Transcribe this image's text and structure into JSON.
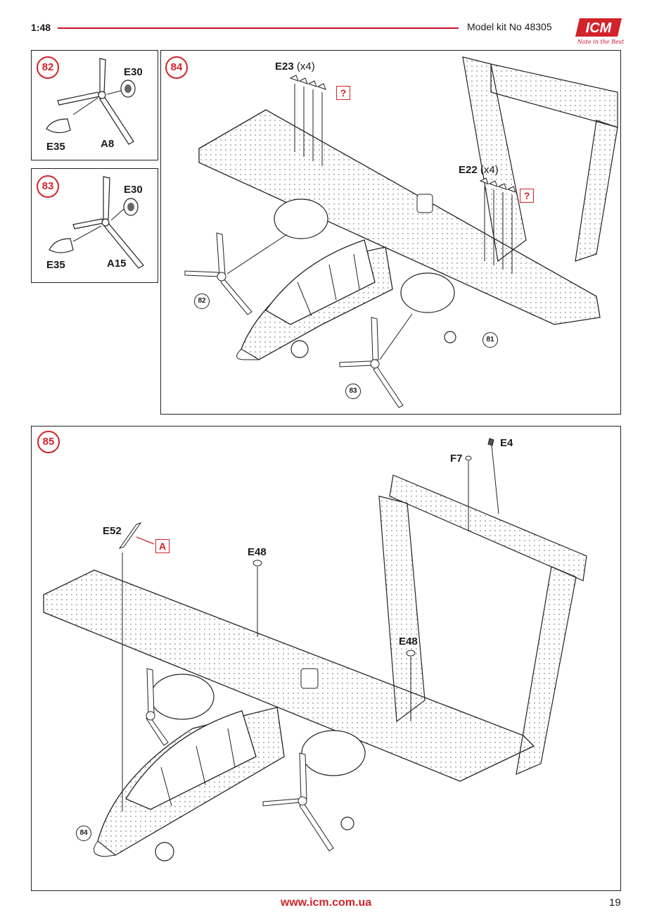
{
  "header": {
    "scale": "1:48",
    "kit_number": "Model kit No 48305",
    "logo_text": "ICM",
    "logo_tagline": "Note in the Best"
  },
  "steps": {
    "s82": {
      "number": "82",
      "parts": {
        "spinner": "E35",
        "propeller": "A8",
        "hub": "E30"
      }
    },
    "s83": {
      "number": "83",
      "parts": {
        "spinner": "E35",
        "propeller": "A15",
        "hub": "E30"
      }
    },
    "s84": {
      "number": "84",
      "e23": {
        "part": "E23",
        "qty": "(x4)"
      },
      "e22": {
        "part": "E22",
        "qty": "(x4)"
      },
      "option_mark": "?",
      "refs": [
        "82",
        "83",
        "81"
      ]
    },
    "s85": {
      "number": "85",
      "parts": {
        "e52": "E52",
        "e48a": "E48",
        "e48b": "E48",
        "f7": "F7",
        "e4": "E4"
      },
      "option_mark": "A",
      "ref": "84"
    }
  },
  "footer": {
    "url": "www.icm.com.ua",
    "page": "19"
  },
  "colors": {
    "accent_red": "#d2232a",
    "rule_red": "#c8102e",
    "ink": "#1a1a1a"
  }
}
